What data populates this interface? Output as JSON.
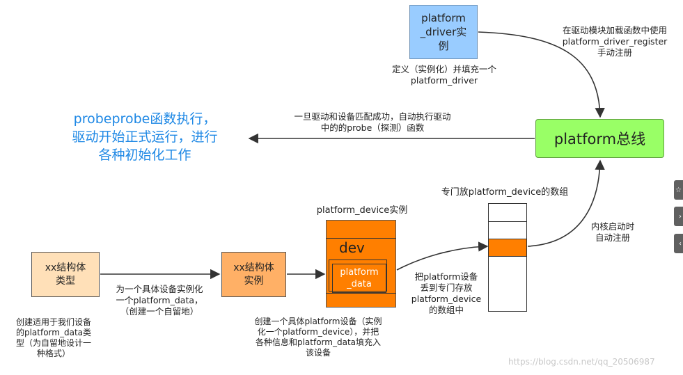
{
  "colors": {
    "driver_box": "#99ccff",
    "bus_box": "#99ff66",
    "type_box": "#ffe0b8",
    "instance_box": "#ffb066",
    "device_orange": "#ff7f00",
    "accent_text": "#1e88e5",
    "arrow": "#333333"
  },
  "driver": {
    "box_label": "platform\n_driver实\n例",
    "caption": "定义（实例化）并填充一个\nplatform_driver"
  },
  "register_note": "在驱动模块加载函数中使用\nplatform_driver_register\n手动注册",
  "bus": {
    "label": "platform总线"
  },
  "probe": {
    "note": "一旦驱动和设备匹配成功，自动执行驱动\n中的的probe（探测）函数",
    "result": "probeprobe函数执行，\n驱动开始正式运行，进行\n各种初始化工作"
  },
  "xx_type": {
    "box_label": "xx结构体\n类型",
    "caption": "创建适用于我们设备\n的platform_data类\n型（为自留地设计一\n种格式）"
  },
  "step1_note": "为一个具体设备实例化\n一个platform_data，\n（创建一个自留地）",
  "xx_instance": {
    "box_label": "xx结构体\n实例",
    "caption": "创建一个具体platform设备（实例\n化一个platform_device），并把\n各种信息和platform_data填充入\n该设备"
  },
  "device": {
    "title": "platform_device实例",
    "dev_label": "dev",
    "data_label": "platform\n_data"
  },
  "array": {
    "title": "专门放platform_device的数组",
    "put_note": "把platform设备\n丢到专门存放\nplatform_device\n的数组中",
    "kernel_note": "内核启动时\n自动注册"
  },
  "watermark": "https://blog.csdn.net/qq_20506987",
  "side_icons": [
    "share-icon",
    "chevron-icon",
    "back-icon"
  ]
}
